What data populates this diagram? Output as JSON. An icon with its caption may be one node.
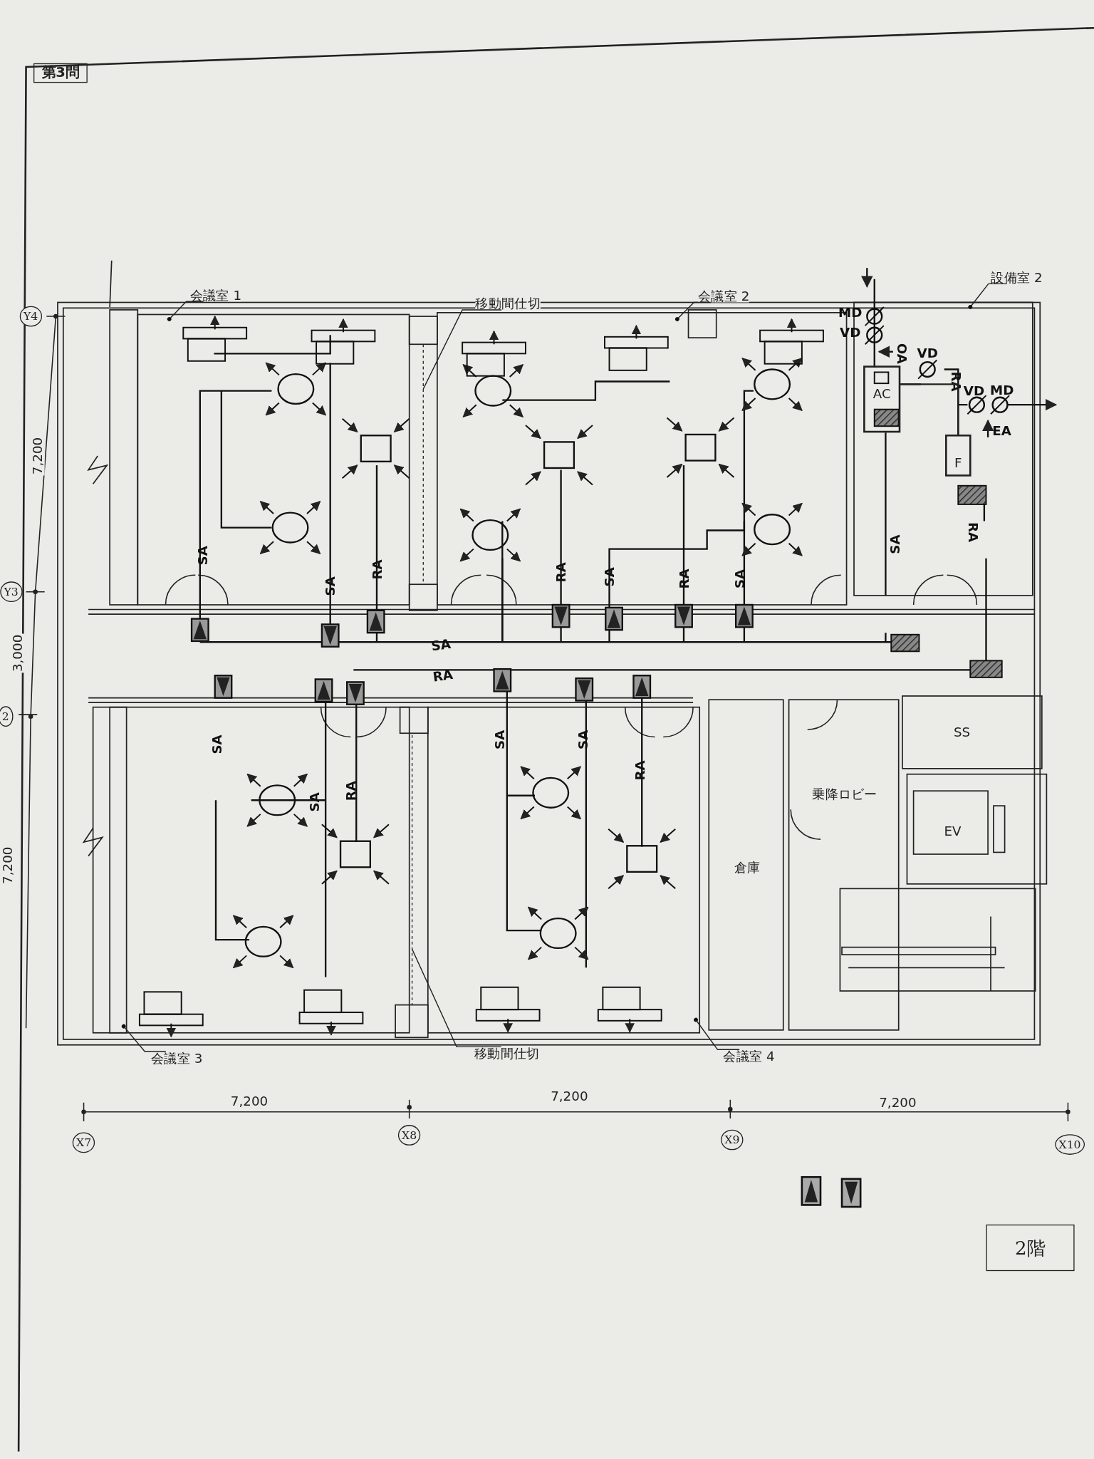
{
  "diagram": {
    "title": "第3問",
    "nodes": [
      {
        "text": [
          "会議室 1"
        ]
      },
      {
        "text": [
          "移動間仕切"
        ]
      },
      {
        "text": [
          "会議室 2"
        ]
      },
      {
        "text": [
          "設備室 2"
        ]
      },
      {
        "text": [
          "AC"
        ]
      },
      {
        "text": [
          "F"
        ]
      },
      {
        "text": [
          "SS"
        ]
      },
      {
        "text": [
          "EV"
        ]
      },
      {
        "text": [
          "会議室 3"
        ]
      },
      {
        "text": [
          "移動間仕切"
        ]
      },
      {
        "text": [
          "会議室 4"
        ]
      }
    ],
    "edges": [
      {
        "from": 0,
        "to": null,
        "arrow": "other"
      },
      {
        "from": 1,
        "to": null,
        "arrow": "none"
      },
      {
        "from": 2,
        "to": null,
        "arrow": "other"
      },
      {
        "from": 3,
        "to": null,
        "arrow": "other"
      },
      {
        "from": 4,
        "to": 5,
        "arrow": "none"
      },
      {
        "from": 8,
        "to": null,
        "arrow": "other"
      },
      {
        "from": 9,
        "to": null,
        "arrow": "none"
      },
      {
        "from": 10,
        "to": null,
        "arrow": "other"
      }
    ],
    "labels": [
      "Y4",
      "7,200",
      "Y3",
      "3,000",
      "2",
      "7,200",
      "SA",
      "SA",
      "RA",
      "RA",
      "SA",
      "RA",
      "SA",
      "SA",
      "RA",
      "SA",
      "SA",
      "RA",
      "SA",
      "SA",
      "RA",
      "MD",
      "VD",
      "OA",
      "VD",
      "RA",
      "VD",
      "MD",
      "EA",
      "SA",
      "RA",
      "乗降ロビー",
      "倉庫",
      "7,200",
      "X7",
      "7,200",
      "X8",
      "7,200",
      "X9",
      "X10",
      "2階"
    ]
  }
}
